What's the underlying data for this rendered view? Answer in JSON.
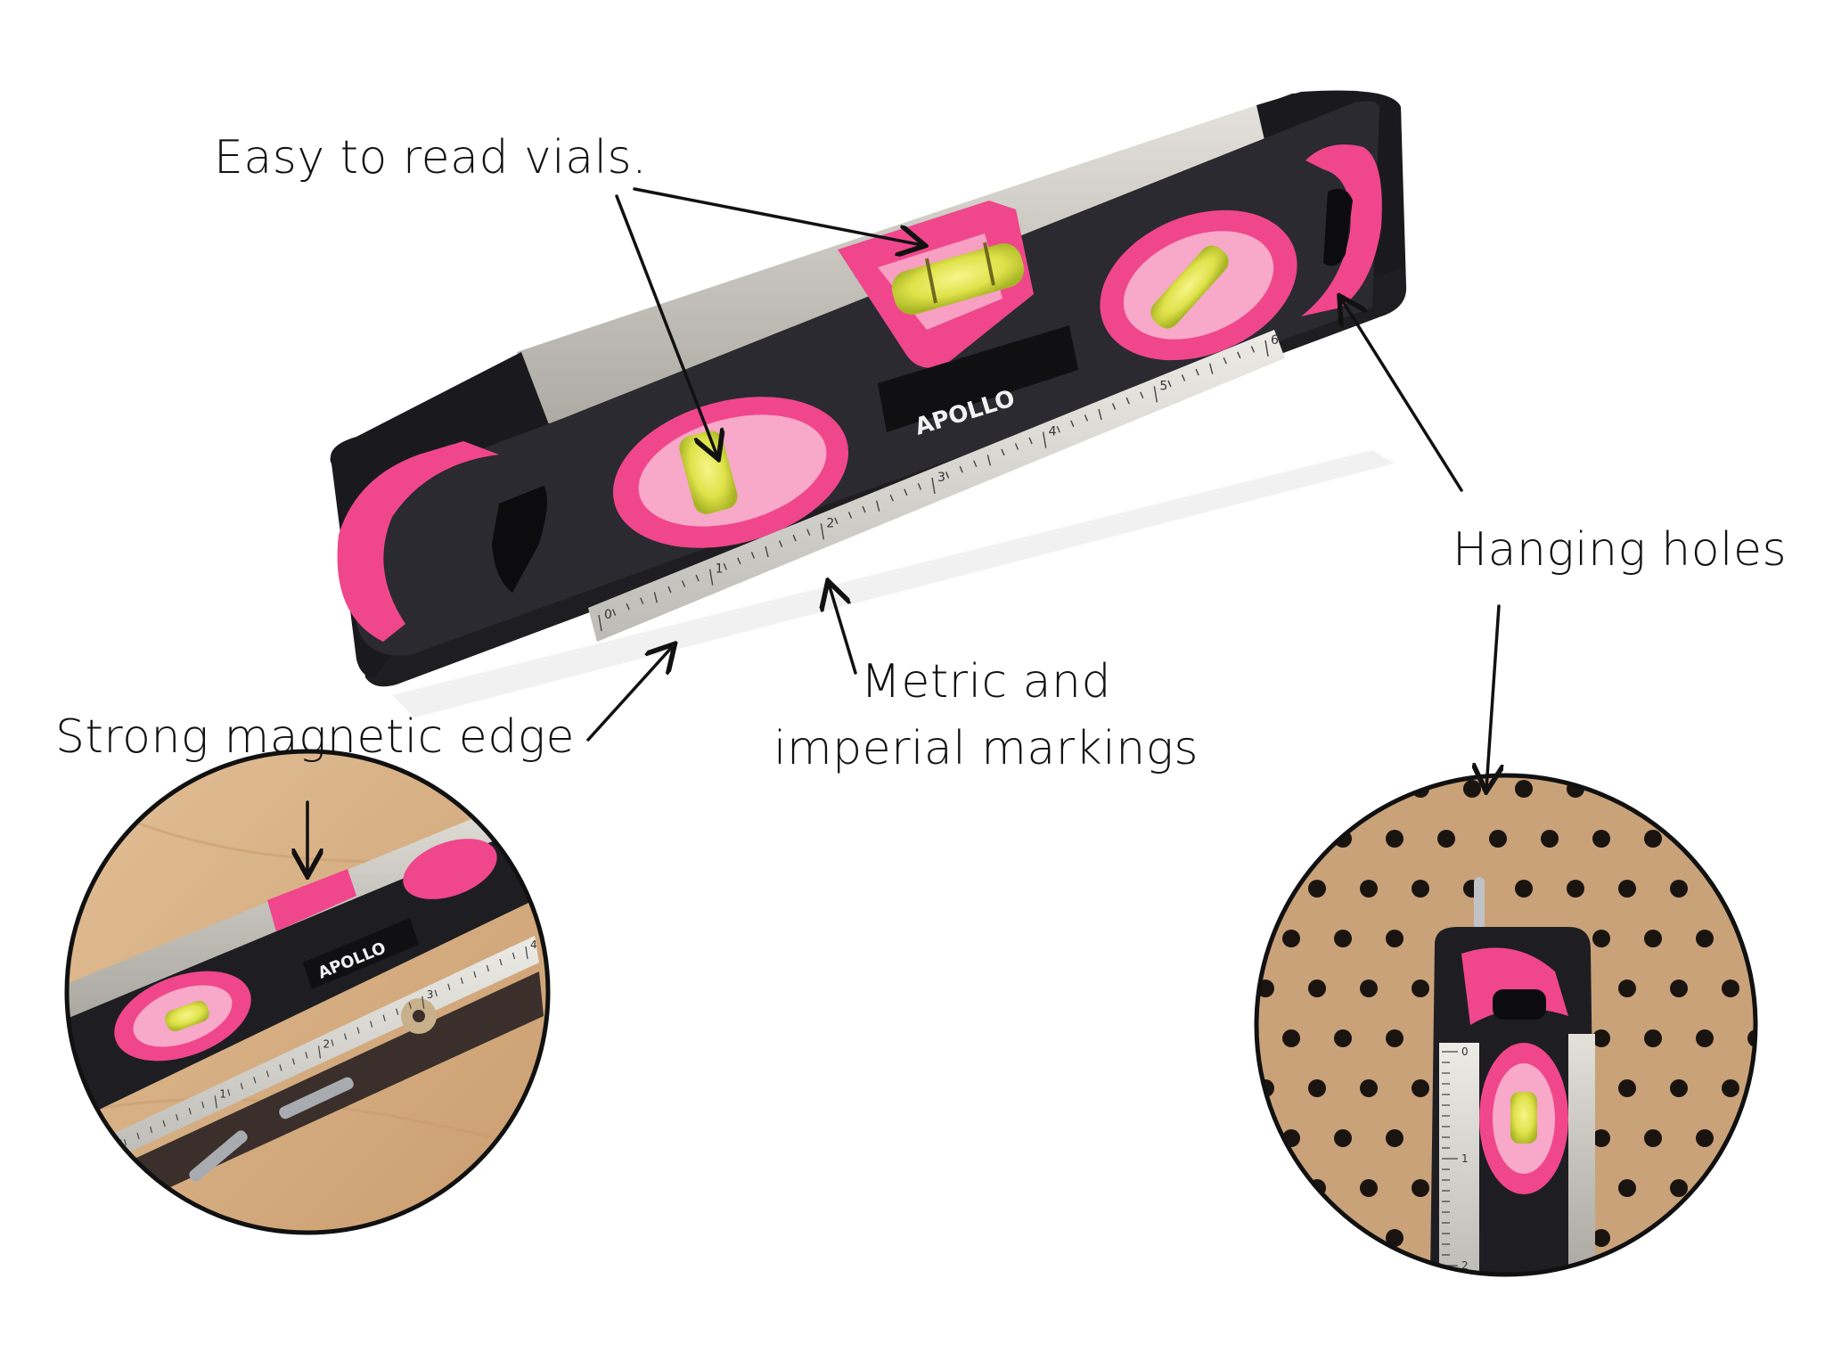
{
  "callouts": {
    "vials": "Easy to read vials.",
    "holes": "Hanging holes",
    "metric_line1": "Metric and",
    "metric_line2": "imperial markings",
    "magnet": "Strong magnetic edge"
  },
  "product": {
    "brand": "APOLLO",
    "ruler_ticks": [
      "0",
      "1",
      "2",
      "3",
      "4",
      "5",
      "6"
    ],
    "inset_ruler_ticks_left": [
      "0",
      "1",
      "2",
      "3",
      "4"
    ],
    "inset_ruler_ticks_right": [
      "0",
      "1",
      "2"
    ]
  },
  "colors": {
    "accent_pink": "#f0468c",
    "body_black": "#1e1e22",
    "aluminum": "#c9c7c0",
    "vial_yellow": "#e4e650",
    "pegboard": "#c9a27a",
    "wood": "#d9b48c"
  }
}
